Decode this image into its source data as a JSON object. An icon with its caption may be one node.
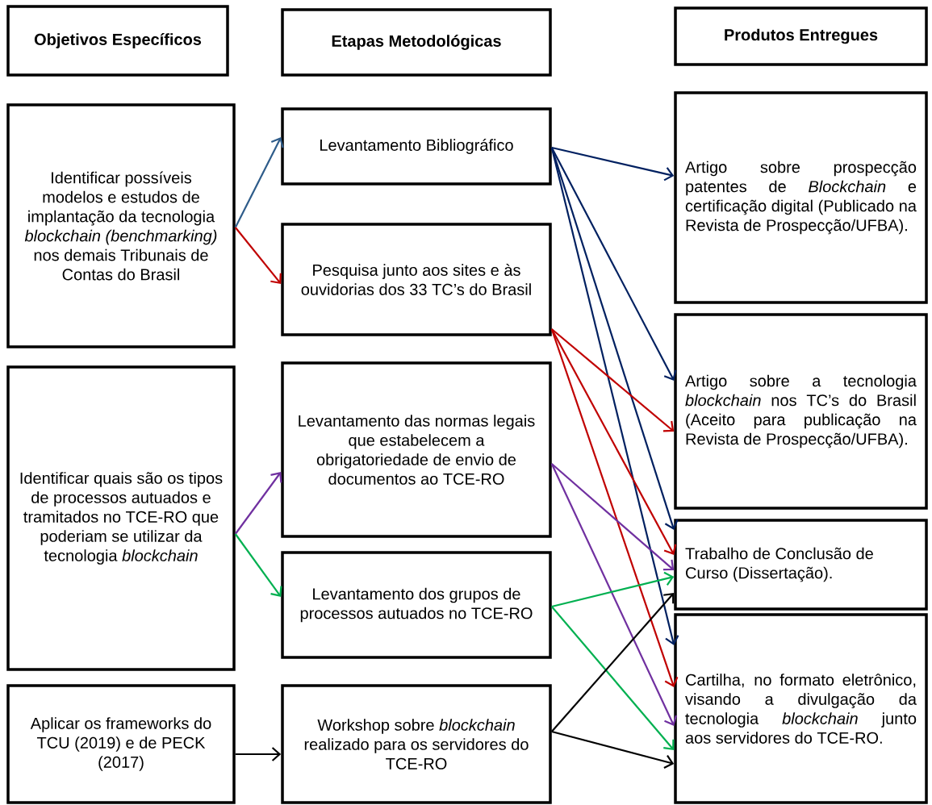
{
  "diagram": {
    "nodes": [
      {
        "text": [
          "Objetivos Específicos"
        ]
      },
      {
        "text": [
          "Etapas Metodológicas"
        ]
      },
      {
        "text": [
          "Produtos Entregues"
        ]
      },
      {
        "text": [
          "Identificar possíveis modelos e estudos de implantação da tecnologia *blockchain (benchmarking)* nos demais Tribunais de Contas do Brasil"
        ]
      },
      {
        "text": [
          "Levantamento Bibliográfico"
        ]
      },
      {
        "text": [
          "Pesquisa junto aos sites e às ouvidorias dos 33 TC’s do Brasil"
        ]
      },
      {
        "text": [
          "Artigo sobre prospecção patentes de *Blockchain* e certificação digital (Publicado na Revista de Prospecção/UFBA)."
        ]
      },
      {
        "text": [
          "Identificar quais são os tipos de processos autuados e tramitados no TCE-RO que poderiam se utilizar da tecnologia *blockchain*"
        ]
      },
      {
        "text": [
          "Levantamento das normas legais que estabelecem a obrigatoriedade de envio de documentos ao TCE-RO"
        ]
      },
      {
        "text": [
          "Artigo sobre a tecnologia *blockchain* nos TC’s do Brasil (Aceito para publicação na Revista de Prospecção/UFBA)."
        ]
      },
      {
        "text": [
          "Levantamento dos grupos de processos autuados no TCE-RO"
        ]
      },
      {
        "text": [
          "Trabalho de Conclusão de Curso (Dissertação)."
        ]
      },
      {
        "text": [
          "Aplicar os frameworks do TCU (2019) e de PECK (2017)"
        ]
      },
      {
        "text": [
          "Workshop sobre *blockchain* realizado para os servidores do TCE-RO"
        ]
      },
      {
        "text": [
          "Cartilha, no formato eletrônico, visando a divulgação da tecnologia *blockchain* junto aos servidores do TCE-RO."
        ]
      }
    ],
    "edges": [
      {
        "from": 3,
        "to": 4,
        "arrow": "to",
        "color": "#2e5c8a"
      },
      {
        "from": 3,
        "to": 5,
        "arrow": "to",
        "color": "#c00000"
      },
      {
        "from": 4,
        "to": 6,
        "arrow": "to",
        "color": "#002060"
      },
      {
        "from": 4,
        "to": 9,
        "arrow": "to",
        "color": "#002060"
      },
      {
        "from": 4,
        "to": 11,
        "arrow": "to",
        "color": "#002060"
      },
      {
        "from": 4,
        "to": 14,
        "arrow": "to",
        "color": "#002060"
      },
      {
        "from": 5,
        "to": 9,
        "arrow": "to",
        "color": "#c00000"
      },
      {
        "from": 5,
        "to": 11,
        "arrow": "to",
        "color": "#c00000"
      },
      {
        "from": 5,
        "to": 14,
        "arrow": "to",
        "color": "#c00000"
      },
      {
        "from": 7,
        "to": 8,
        "arrow": "to",
        "color": "#7030a0"
      },
      {
        "from": 7,
        "to": 10,
        "arrow": "to",
        "color": "#00b050"
      },
      {
        "from": 8,
        "to": 11,
        "arrow": "to",
        "color": "#7030a0"
      },
      {
        "from": 8,
        "to": 14,
        "arrow": "to",
        "color": "#7030a0"
      },
      {
        "from": 10,
        "to": 11,
        "arrow": "to",
        "color": "#00b050"
      },
      {
        "from": 10,
        "to": 14,
        "arrow": "to",
        "color": "#00b050"
      },
      {
        "from": 12,
        "to": 13,
        "arrow": "to",
        "color": "#000000"
      },
      {
        "from": 13,
        "to": 11,
        "arrow": "to",
        "color": "#000000"
      },
      {
        "from": 13,
        "to": 14,
        "arrow": "to",
        "color": "#000000"
      }
    ]
  }
}
